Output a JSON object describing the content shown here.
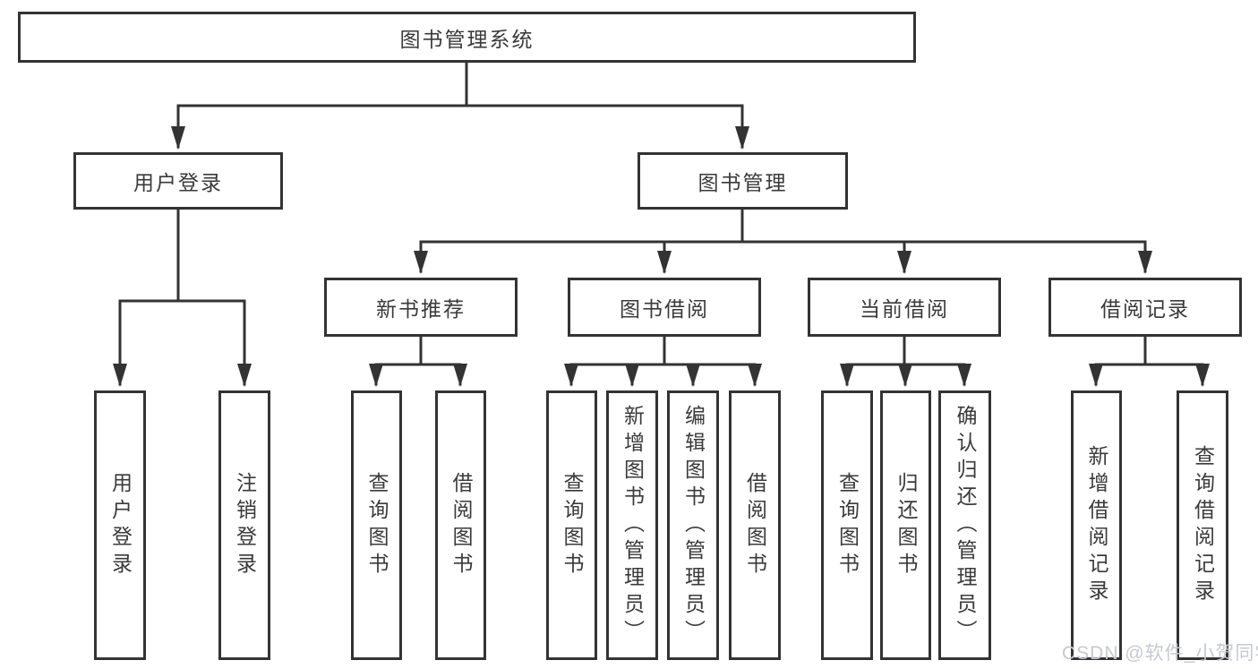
{
  "diagram_type": "hierarchy-tree",
  "colors": {
    "background": "#ffffff",
    "line": "#333333",
    "text": "#3a3a3a",
    "watermark": "#c6c9d1"
  },
  "watermark": {
    "text": "CSDN @软件_小贺同学"
  },
  "tree": {
    "label": "图书管理系统",
    "children": [
      {
        "label": "用户登录",
        "children": [
          {
            "label": "用户登录"
          },
          {
            "label": "注销登录"
          }
        ]
      },
      {
        "label": "图书管理",
        "children": [
          {
            "label": "新书推荐",
            "children": [
              {
                "label": "查询图书"
              },
              {
                "label": "借阅图书"
              }
            ]
          },
          {
            "label": "图书借阅",
            "children": [
              {
                "label": "查询图书"
              },
              {
                "label": "新增图书（管理员）"
              },
              {
                "label": "编辑图书（管理员）"
              },
              {
                "label": "借阅图书"
              }
            ]
          },
          {
            "label": "当前借阅",
            "children": [
              {
                "label": "查询图书"
              },
              {
                "label": "归还图书"
              },
              {
                "label": "确认归还（管理员）"
              }
            ]
          },
          {
            "label": "借阅记录",
            "children": [
              {
                "label": "新增借阅记录"
              },
              {
                "label": "查询借阅记录"
              }
            ]
          }
        ]
      }
    ]
  }
}
